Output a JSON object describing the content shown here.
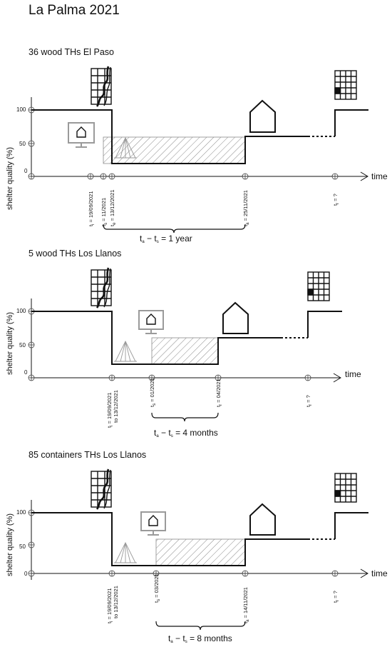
{
  "title": "La Palma 2021",
  "axis": {
    "y_label": "shelter quality (%)",
    "x_label": "time",
    "y_ticks": [
      "100",
      "50",
      "0"
    ]
  },
  "colors": {
    "line": "#111111",
    "monitor": "#9a9a9a",
    "hatch": "#8a8a8a"
  },
  "icons": [
    "lava-damaged-building-icon",
    "monitor-house-icon",
    "tent-icon",
    "permanent-house-icon",
    "apartment-building-icon"
  ],
  "panels": [
    {
      "title": "36 wood THs El Paso",
      "timeline": [
        {
          "sym": "t",
          "sub": "i",
          "label": " = 19/09/2021"
        },
        {
          "sym": "t",
          "sub": "s",
          "label": " = 11/2021"
        },
        {
          "sym": "t",
          "sub": "e",
          "label": " = 13/12/2021"
        },
        {
          "sym": "t",
          "sub": "a",
          "label": " = 25/11/2021"
        },
        {
          "sym": "t",
          "sub": "r",
          "label": " = ?"
        }
      ],
      "duration": {
        "value": " = 1 year"
      }
    },
    {
      "title": "5 wood THs Los Llanos",
      "timeline": [
        {
          "sym": "t",
          "sub": "i",
          "label": " = 19/09/2021",
          "label2": "to 13/12/2021"
        },
        {
          "sym": "t",
          "sub": "s",
          "label": " = 01/2021"
        },
        {
          "sym": "t",
          "sub": "r",
          "label": " = 04/2021"
        },
        {
          "sym": "t",
          "sub": "r",
          "label": " = ?"
        }
      ],
      "duration": {
        "value": " = 4 months"
      }
    },
    {
      "title": "85 containers THs Los Llanos",
      "timeline": [
        {
          "sym": "t",
          "sub": "i",
          "label": " = 19/09/2021",
          "label2": "to 13/12/2021"
        },
        {
          "sym": "t",
          "sub": "s",
          "label": " = 03/2021"
        },
        {
          "sym": "t",
          "sub": "a",
          "label": " = 14/11/2021"
        },
        {
          "sym": "t",
          "sub": "r",
          "label": " = ?"
        }
      ],
      "duration": {
        "value": " = 8 months"
      }
    }
  ],
  "duration_symbols": {
    "a": "t",
    "a_sub": "a",
    "dash": "−",
    "s": "t",
    "s_sub": "s"
  }
}
